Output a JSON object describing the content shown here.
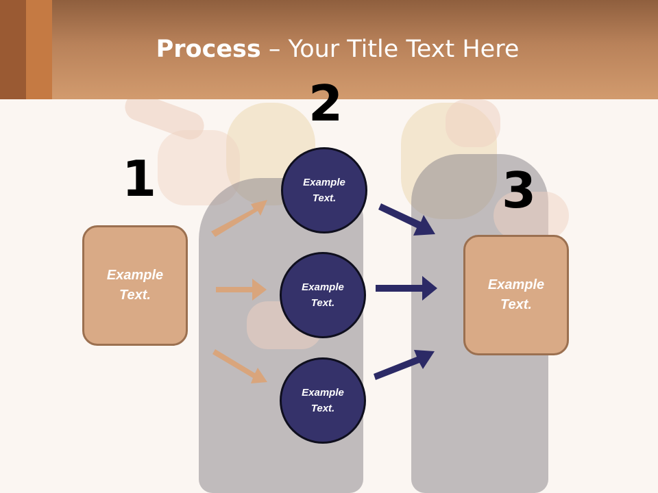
{
  "slide": {
    "title_bold": "Process",
    "title_rest": " – Your Title Text Here"
  },
  "steps": {
    "step1_number": "1",
    "step2_number": "2",
    "step3_number": "3"
  },
  "boxes": {
    "left": {
      "line1": "Example",
      "line2": "Text."
    },
    "right": {
      "line1": "Example",
      "line2": "Text."
    }
  },
  "circles": [
    {
      "line1": "Example",
      "line2": "Text."
    },
    {
      "line1": "Example",
      "line2": "Text."
    },
    {
      "line1": "Example",
      "line2": "Text."
    }
  ],
  "colors": {
    "header": "#c38a5e",
    "box_fill": "#d9aa86",
    "circle_fill": "#35326a",
    "arrow_left": "#d9a57c",
    "arrow_right": "#2c2a66"
  }
}
